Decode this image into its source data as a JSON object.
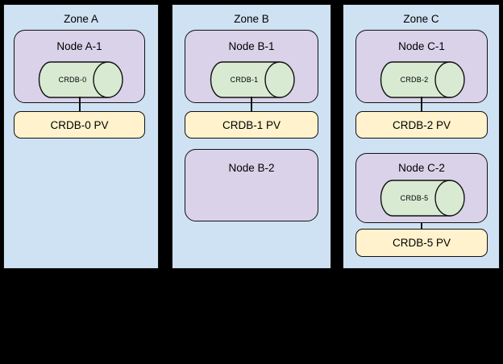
{
  "colors": {
    "background": "#000000",
    "zone_fill": "#cfe2f3",
    "node_fill": "#d9d2e9",
    "pod_fill": "#d9ead3",
    "pv_fill": "#fff2cc",
    "border": "#111111",
    "text": "#000000"
  },
  "zones": [
    {
      "title": "Zone A",
      "items": [
        {
          "type": "node",
          "label": "Node A-1",
          "pod": {
            "label": "CRDB-0"
          }
        },
        {
          "type": "pv",
          "label": "CRDB-0 PV"
        }
      ]
    },
    {
      "title": "Zone B",
      "items": [
        {
          "type": "node",
          "label": "Node B-1",
          "pod": {
            "label": "CRDB-1"
          }
        },
        {
          "type": "pv",
          "label": "CRDB-1 PV"
        },
        {
          "type": "node",
          "label": "Node B-2"
        }
      ]
    },
    {
      "title": "Zone C",
      "items": [
        {
          "type": "node",
          "label": "Node C-1",
          "pod": {
            "label": "CRDB-2"
          }
        },
        {
          "type": "pv",
          "label": "CRDB-2 PV"
        },
        {
          "type": "node",
          "label": "Node C-2",
          "pod": {
            "label": "CRDB-5"
          }
        },
        {
          "type": "pv",
          "label": "CRDB-5 PV"
        }
      ]
    }
  ]
}
